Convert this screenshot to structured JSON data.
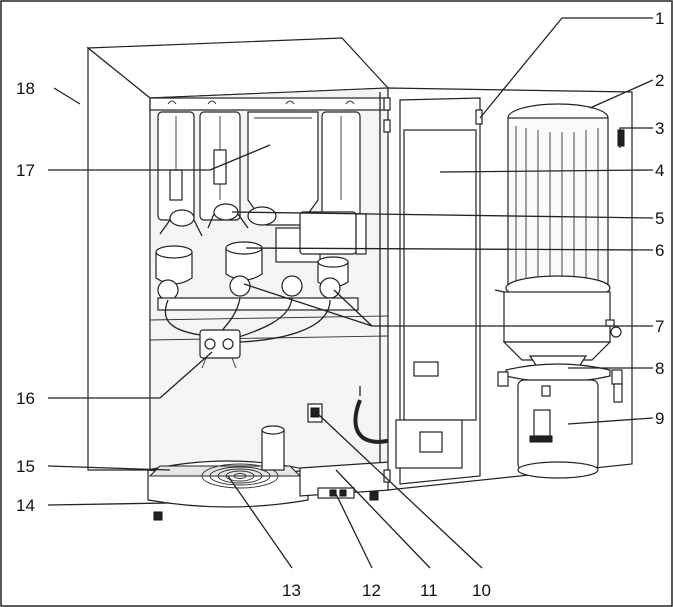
{
  "diagram": {
    "callouts": [
      {
        "id": "1",
        "label": "1"
      },
      {
        "id": "2",
        "label": "2"
      },
      {
        "id": "3",
        "label": "3"
      },
      {
        "id": "4",
        "label": "4"
      },
      {
        "id": "5",
        "label": "5"
      },
      {
        "id": "6",
        "label": "6"
      },
      {
        "id": "7",
        "label": "7"
      },
      {
        "id": "8",
        "label": "8"
      },
      {
        "id": "9",
        "label": "9"
      },
      {
        "id": "10",
        "label": "10"
      },
      {
        "id": "11",
        "label": "11"
      },
      {
        "id": "12",
        "label": "12"
      },
      {
        "id": "13",
        "label": "13"
      },
      {
        "id": "14",
        "label": "14"
      },
      {
        "id": "15",
        "label": "15"
      },
      {
        "id": "16",
        "label": "16"
      },
      {
        "id": "17",
        "label": "17"
      },
      {
        "id": "18",
        "label": "18"
      }
    ],
    "colors": {
      "line": "#222222",
      "background": "#ffffff",
      "panel": "#e6e6e6"
    }
  }
}
